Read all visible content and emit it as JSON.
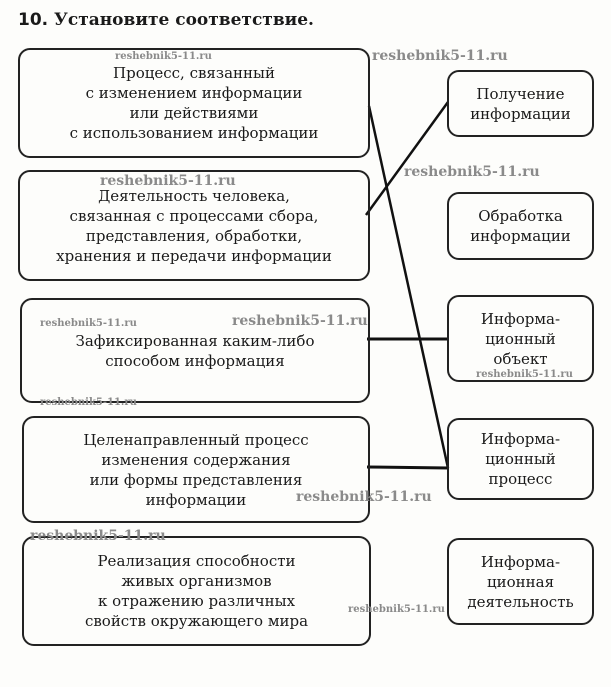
{
  "task": {
    "number": "10.",
    "text": "Установите соответствие."
  },
  "left_items": [
    "Процесс, связанный\nс изменением информации\nили действиями\nс использованием информации",
    "Деятельность человека,\nсвязанная с процессами сбора,\nпредставления, обработки,\nхранения и передачи информации",
    "Зафиксированная каким-либо\nспособом информация",
    "Целенаправленный процесс\nизменения содержания\nили формы представления\nинформации",
    "Реализация способности\nживых организмов\nк отражению различных\nсвойств окружающего мира"
  ],
  "right_items": [
    "Получение\nинформации",
    "Обработка\nинформации",
    "Информа-\nционный\nобъект",
    "Информа-\nционный\nпроцесс",
    "Информа-\nционная\nдеятельность"
  ],
  "watermark": "reshebnik5-11.ru"
}
